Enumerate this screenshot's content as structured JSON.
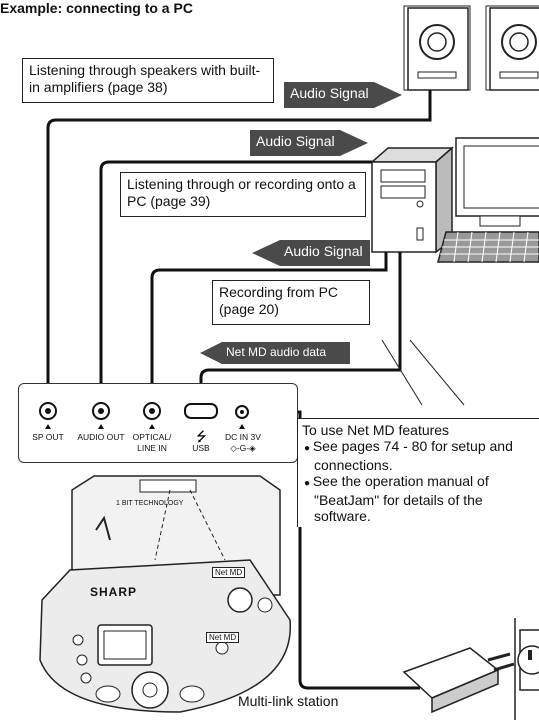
{
  "title": "Example: connecting to a PC",
  "labels": {
    "speakers_box": "Listening through speakers with built-in amplifiers (page 38)",
    "pc_box": "Listening through or recording onto a PC (page 39)",
    "record_box": "Recording from PC (page 20)",
    "audio_signal_1": "Audio Signal",
    "audio_signal_2": "Audio Signal",
    "audio_signal_3": "Audio Signal",
    "netmd_data": "Net MD audio data"
  },
  "jacks": {
    "sp_out": "SP OUT",
    "audio_out": "AUDIO OUT",
    "optical_1": "OPTICAL/",
    "optical_2": "LINE IN",
    "usb": "USB",
    "dc_1": "DC IN 3V",
    "dc_2": "◇-G-◈"
  },
  "note": {
    "heading": "To use Net MD features",
    "item1": "See pages 74 - 80 for setup and connections.",
    "item2": "See the operation manual of \"BeatJam\" for details of the software."
  },
  "caption": "Multi-link station",
  "device": {
    "brand": "SHARP",
    "netmd": "Net MD",
    "bit": "1 BIT TECHNOLOGY"
  },
  "colors": {
    "arrow": "#4a4a4a",
    "line": "#111111"
  }
}
